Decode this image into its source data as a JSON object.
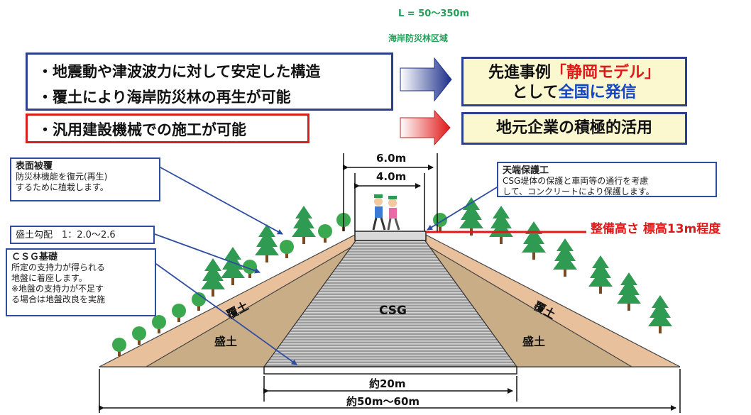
{
  "top": {
    "length_label": "L = 50～350m",
    "forest_label": "海岸防災林区域"
  },
  "bullets": {
    "line1": "・地震動や津波波力に対して安定した構造",
    "line2": "・覆土により海岸防災林の再生が可能",
    "line3": "・汎用建設機械での施工が可能"
  },
  "results": {
    "r1_prefix": "先進事例",
    "r1_highlight": "「静岡モデル」",
    "r1_line2_prefix": "として",
    "r1_line2_highlight": "全国に発信",
    "r2": "地元企業の積極的活用"
  },
  "callouts": {
    "surface_title": "表面被覆",
    "surface_body": [
      "防災林機能を復元(再生)",
      "するために植栽します。"
    ],
    "slope": "盛土勾配　1：2.0～2.6",
    "csg_title": "ＣＳＧ基礎",
    "csg_body": [
      "所定の支持力が得られる",
      "地盤に着座します。",
      "※地盤の支持力が不足す",
      "る場合は地盤改良を実施"
    ],
    "crown_title": "天端保護工",
    "crown_body": [
      "CSG堤体の保護と車両等の通行を考慮",
      "して、コンクリートにより保護します。"
    ]
  },
  "dimensions": {
    "top_outer": "6.0m",
    "top_inner": "4.0m",
    "base_core": "約20m",
    "base_total": "約50m～60m"
  },
  "levee": {
    "core": "CSG",
    "cover_left": "覆土",
    "cover_right": "覆土",
    "fill_left": "盛土",
    "fill_right": "盛土",
    "height": "整備高さ 標高13m程度"
  },
  "colors": {
    "frame": "#2f3f8f",
    "accent_red": "#e01818",
    "soil": "#e8c09c",
    "fill": "#c9ad86",
    "tree": "#2f9a52"
  }
}
